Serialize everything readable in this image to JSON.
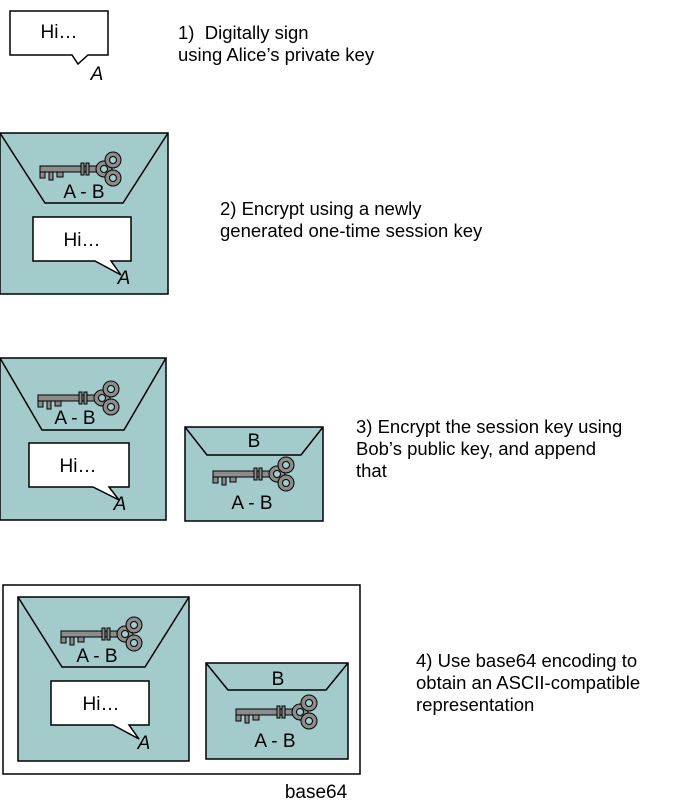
{
  "colors": {
    "envelope_fill": "#a4cbcc",
    "key_fill": "#8c8c8c",
    "stroke": "#000000",
    "bubble_fill": "#ffffff"
  },
  "icons": [
    "speech-bubble-icon",
    "envelope-icon",
    "key-icon"
  ],
  "message": {
    "greeting": "Hi…",
    "signer": "A"
  },
  "labels": {
    "session_key": "A - B",
    "recipient": "B",
    "encoding": "base64"
  },
  "steps": [
    {
      "number": "1)",
      "lines": [
        "Digitally sign",
        "using Alice’s private key"
      ]
    },
    {
      "number": "2)",
      "lines": [
        "Encrypt using a newly",
        "generated one-time session key"
      ]
    },
    {
      "number": "3)",
      "lines": [
        "Encrypt the session key using",
        "Bob’s public key, and append",
        "that"
      ]
    },
    {
      "number": "4)",
      "lines": [
        "Use base64 encoding to",
        "obtain an ASCII-compatible",
        "representation"
      ]
    }
  ]
}
